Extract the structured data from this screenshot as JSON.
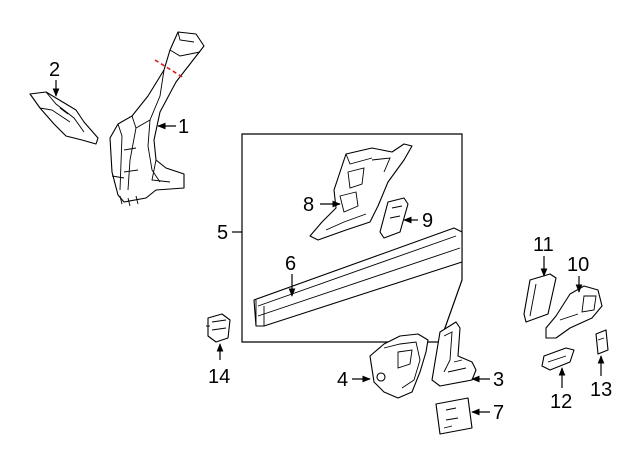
{
  "diagram": {
    "callouts": [
      {
        "id": "1",
        "label": "1"
      },
      {
        "id": "2",
        "label": "2"
      },
      {
        "id": "3",
        "label": "3"
      },
      {
        "id": "4",
        "label": "4"
      },
      {
        "id": "5",
        "label": "5"
      },
      {
        "id": "6",
        "label": "6"
      },
      {
        "id": "7",
        "label": "7"
      },
      {
        "id": "8",
        "label": "8"
      },
      {
        "id": "9",
        "label": "9"
      },
      {
        "id": "10",
        "label": "10"
      },
      {
        "id": "11",
        "label": "11"
      },
      {
        "id": "12",
        "label": "12"
      },
      {
        "id": "13",
        "label": "13"
      },
      {
        "id": "14",
        "label": "14"
      }
    ],
    "colors": {
      "line": "#000000",
      "background": "#ffffff",
      "cut_line": "#d0201a"
    }
  }
}
